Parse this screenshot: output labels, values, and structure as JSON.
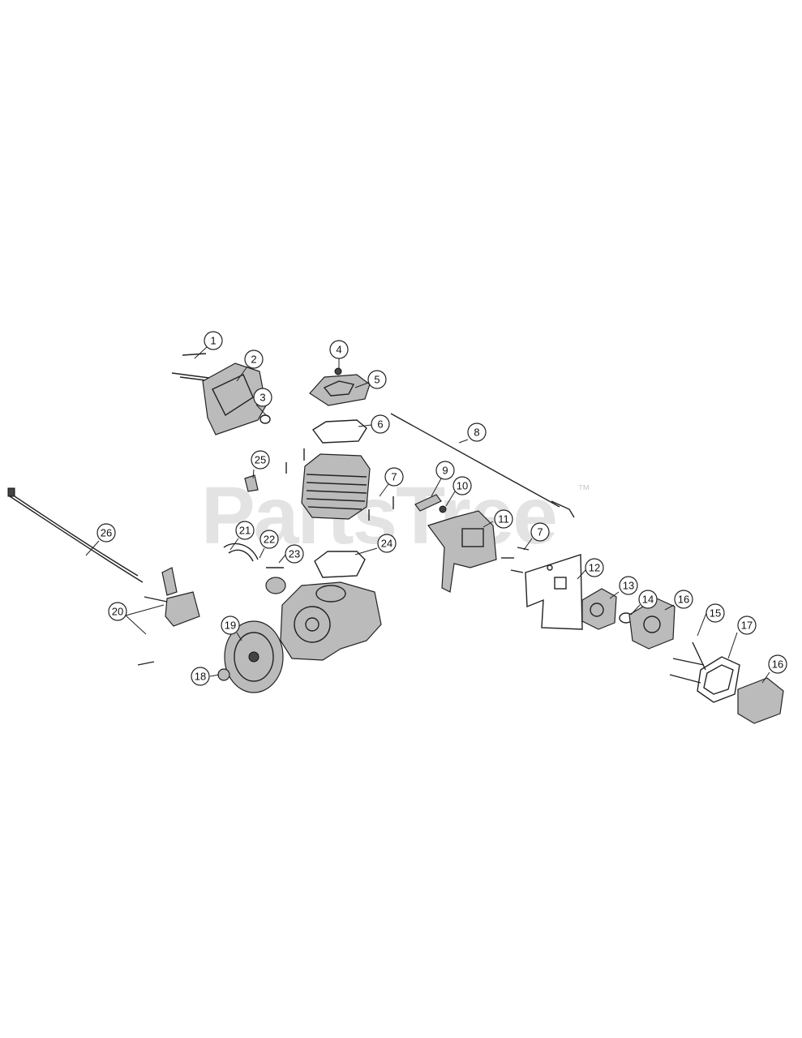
{
  "watermark": {
    "text": "PartsTree",
    "trademark": "™"
  },
  "callouts": [
    {
      "label": "1"
    },
    {
      "label": "2"
    },
    {
      "label": "3"
    },
    {
      "label": "4"
    },
    {
      "label": "5"
    },
    {
      "label": "6"
    },
    {
      "label": "7"
    },
    {
      "label": "8"
    },
    {
      "label": "9"
    },
    {
      "label": "10"
    },
    {
      "label": "11"
    },
    {
      "label": "7"
    },
    {
      "label": "12"
    },
    {
      "label": "13"
    },
    {
      "label": "14"
    },
    {
      "label": "16"
    },
    {
      "label": "15"
    },
    {
      "label": "17"
    },
    {
      "label": "16"
    },
    {
      "label": "18"
    },
    {
      "label": "19"
    },
    {
      "label": "20"
    },
    {
      "label": "21"
    },
    {
      "label": "22"
    },
    {
      "label": "23"
    },
    {
      "label": "24"
    },
    {
      "label": "25"
    },
    {
      "label": "26"
    }
  ]
}
